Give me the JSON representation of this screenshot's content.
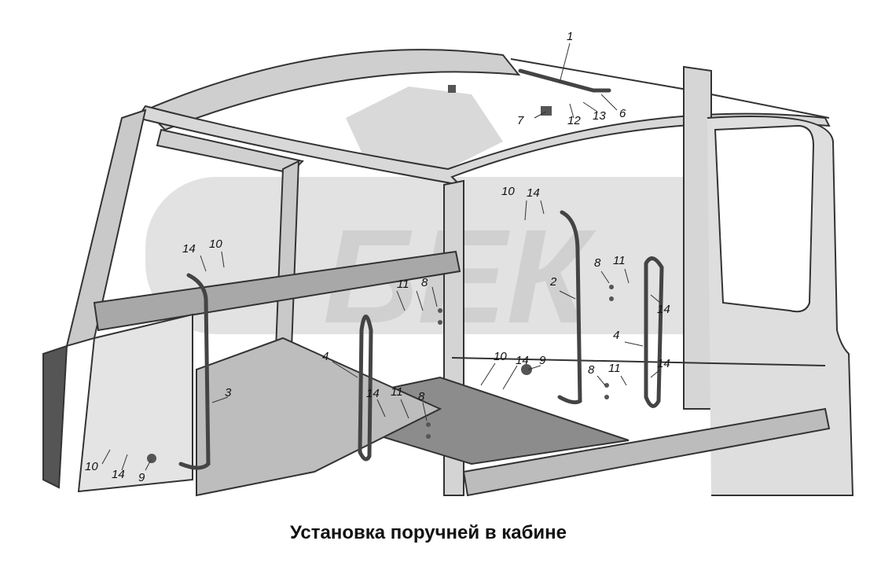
{
  "caption": "Установка поручней в кабине",
  "callouts": [
    "1",
    "6",
    "7",
    "12",
    "13",
    "10",
    "14",
    "14",
    "10",
    "2",
    "8",
    "11",
    "14",
    "11",
    "8",
    "4",
    "4",
    "14",
    "10",
    "14",
    "9",
    "8",
    "11",
    "14",
    "11",
    "8",
    "3",
    "10",
    "14",
    "9"
  ],
  "watermark": {
    "text": "БЕК",
    "color": "#d6d6d6"
  },
  "colors": {
    "line": "#333333",
    "panel": "#dcdcdc",
    "shade": "#9a9a9a"
  }
}
